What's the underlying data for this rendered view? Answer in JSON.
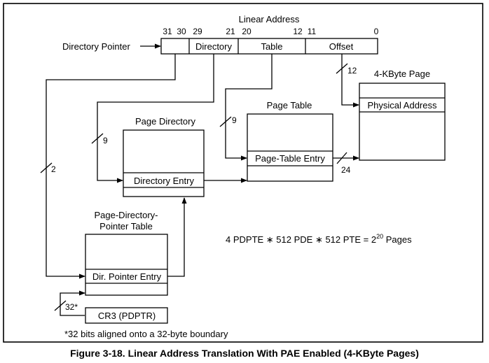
{
  "diagram": {
    "linear_address_label": "Linear Address",
    "bits": {
      "b31": "31",
      "b30": "30",
      "b29": "29",
      "b21": "21",
      "b20": "20",
      "b12": "12",
      "b11": "11",
      "b0": "0"
    },
    "fields": {
      "directory": "Directory",
      "table": "Table",
      "offset": "Offset"
    },
    "directory_pointer_label": "Directory Pointer",
    "page_4k": {
      "title": "4-KByte Page",
      "entry": "Physical Address"
    },
    "page_table": {
      "title": "Page Table",
      "entry": "Page-Table Entry"
    },
    "page_directory": {
      "title": "Page Directory",
      "entry": "Directory Entry"
    },
    "pdpt": {
      "title_line1": "Page-Directory-",
      "title_line2": "Pointer Table",
      "entry": "Dir. Pointer Entry"
    },
    "cr3": "CR3 (PDPTR)",
    "widths": {
      "w12": "12",
      "w9_table": "9",
      "w9_dir": "9",
      "w2": "2",
      "w24": "24",
      "w32": "32*"
    },
    "formula": {
      "main": "4 PDPTE ∗ 512 PDE ∗ 512 PTE = 2",
      "sup": "20",
      "tail": " Pages"
    },
    "footnote": "*32 bits aligned onto a 32-byte boundary",
    "caption": "Figure 3-18.  Linear Address Translation With PAE Enabled (4-KByte Pages)"
  }
}
